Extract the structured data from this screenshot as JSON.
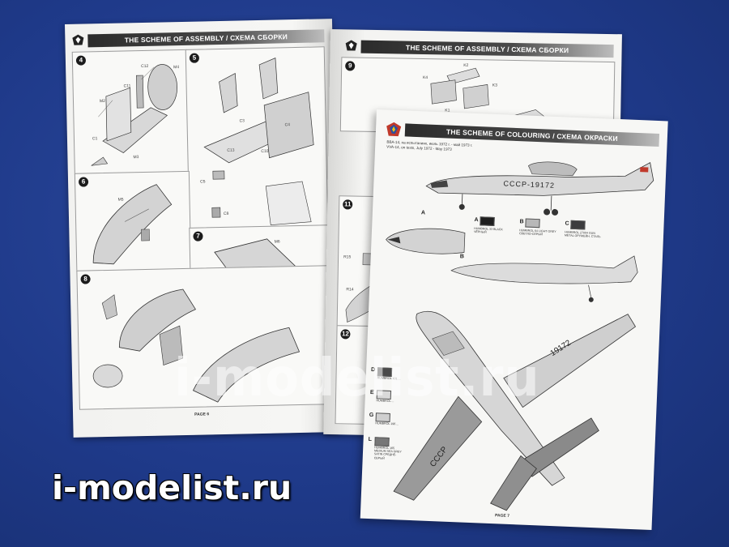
{
  "assembly": {
    "header_left": "THE SCHEME OF ASSEMBLY / СХЕМА СБОРКИ",
    "header_right": "THE SCHEME OF ASSEMBLY / СХЕМА СБОРКИ",
    "page_left": "PAGE 6",
    "steps_left": [
      "4",
      "5",
      "6",
      "7",
      "8"
    ],
    "steps_right": [
      "9",
      "11",
      "12"
    ],
    "part_labels": [
      "C12",
      "M4",
      "C11",
      "M2",
      "M3",
      "C1",
      "C3",
      "C4",
      "C5",
      "C6",
      "C7",
      "C8",
      "C10",
      "C13",
      "M5",
      "M6",
      "R14",
      "R15",
      "K1",
      "K2",
      "K3",
      "K4"
    ]
  },
  "colouring": {
    "header": "THE SCHEME OF COLOURING / СХЕМА ОКРАСКИ",
    "caption_ru": "ВВА-14, на испытаниях, июль 1972 г. - май 1973 г.",
    "caption_en": "VVA-14, on tests, July 1972 - May 1973",
    "registration": "СССР-19172",
    "tail_number": "19172",
    "wing_text": "СССР",
    "view_labels": [
      "A",
      "B"
    ],
    "page": "PAGE 7",
    "paints": [
      {
        "letter": "A",
        "text": "HUMBROL 33 BLACK ЧЁРНЫЙ",
        "color": "#1e1e1e"
      },
      {
        "letter": "B",
        "text": "HUMBROL 64 LIGHT GREY СВЕТЛО-СЕРЫЙ",
        "color": "#b8b8b8"
      },
      {
        "letter": "C",
        "text": "HUMBROL 27004 GUN METAL ОРУЖЕЙН. СТАЛЬ",
        "color": "#3c3c3e"
      },
      {
        "letter": "D",
        "text": "HUMBROL 101 ...",
        "color": "#4a4a4a"
      },
      {
        "letter": "E",
        "text": "HUMBROL ...",
        "color": "#d9d9d9"
      },
      {
        "letter": "G",
        "text": "HUMBROL 196 ...",
        "color": "#cfcfcf"
      },
      {
        "letter": "L",
        "text": "HUMBROL 165 MEDIUM SEA GREY SATIN СРЕДНЕ-СЕРЫЙ",
        "color": "#777777"
      }
    ]
  },
  "watermarks": {
    "center": "i-modelist.ru",
    "corner": "i-modelist.ru"
  }
}
